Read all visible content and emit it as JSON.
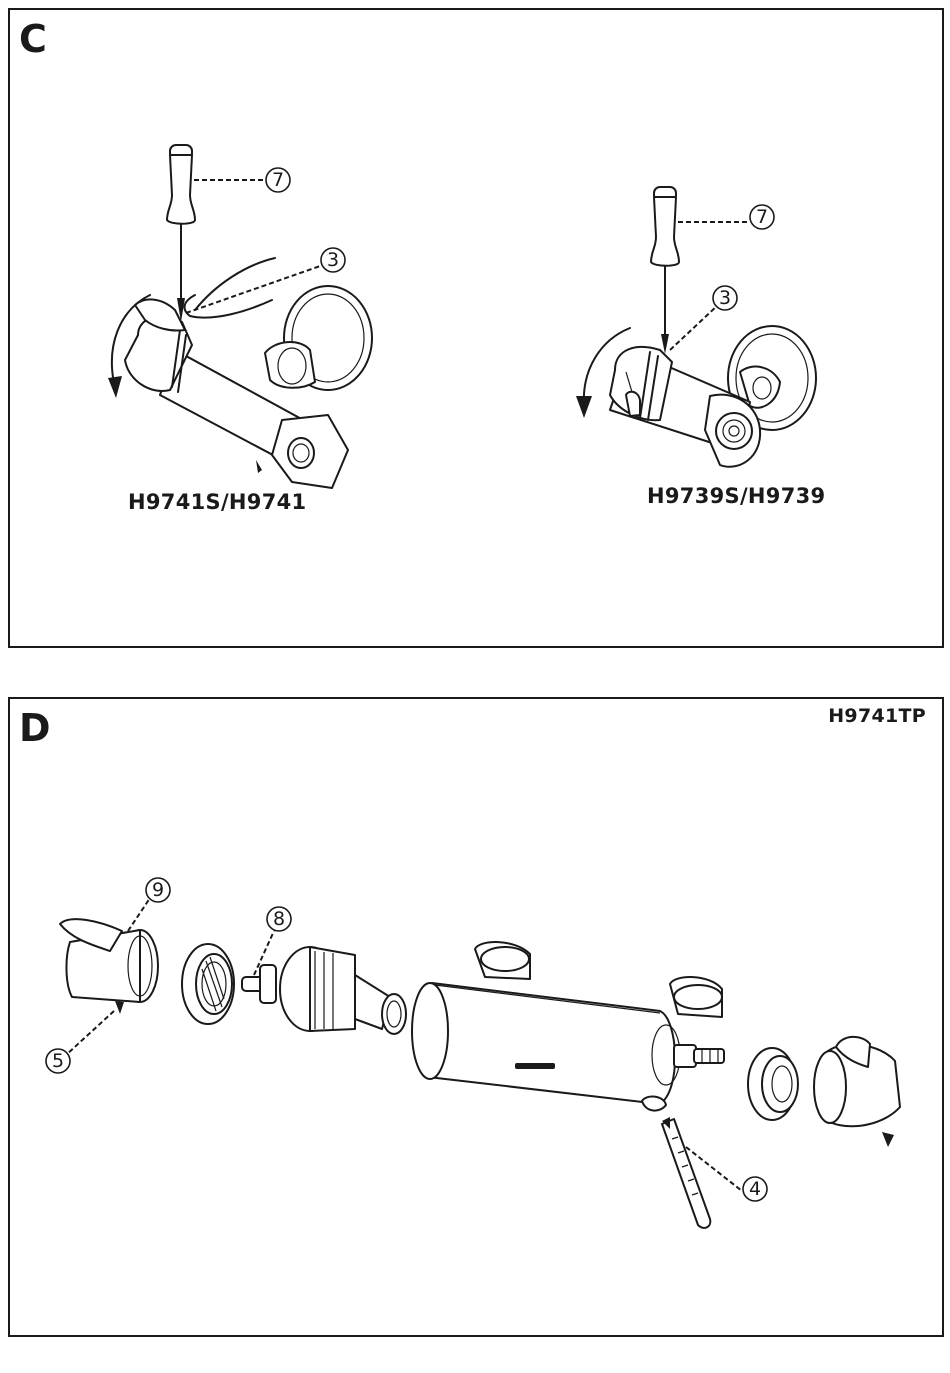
{
  "panels": [
    {
      "letter": "C",
      "models": [
        "H9741S/H9741",
        "H9739S/H9739"
      ],
      "callouts": [
        "7",
        "3",
        "7",
        "3"
      ]
    },
    {
      "letter": "D",
      "model": "H9741TP",
      "callouts": [
        "9",
        "8",
        "5",
        "4"
      ]
    }
  ],
  "colors": {
    "line": "#1a1a1a",
    "background": "#ffffff"
  }
}
